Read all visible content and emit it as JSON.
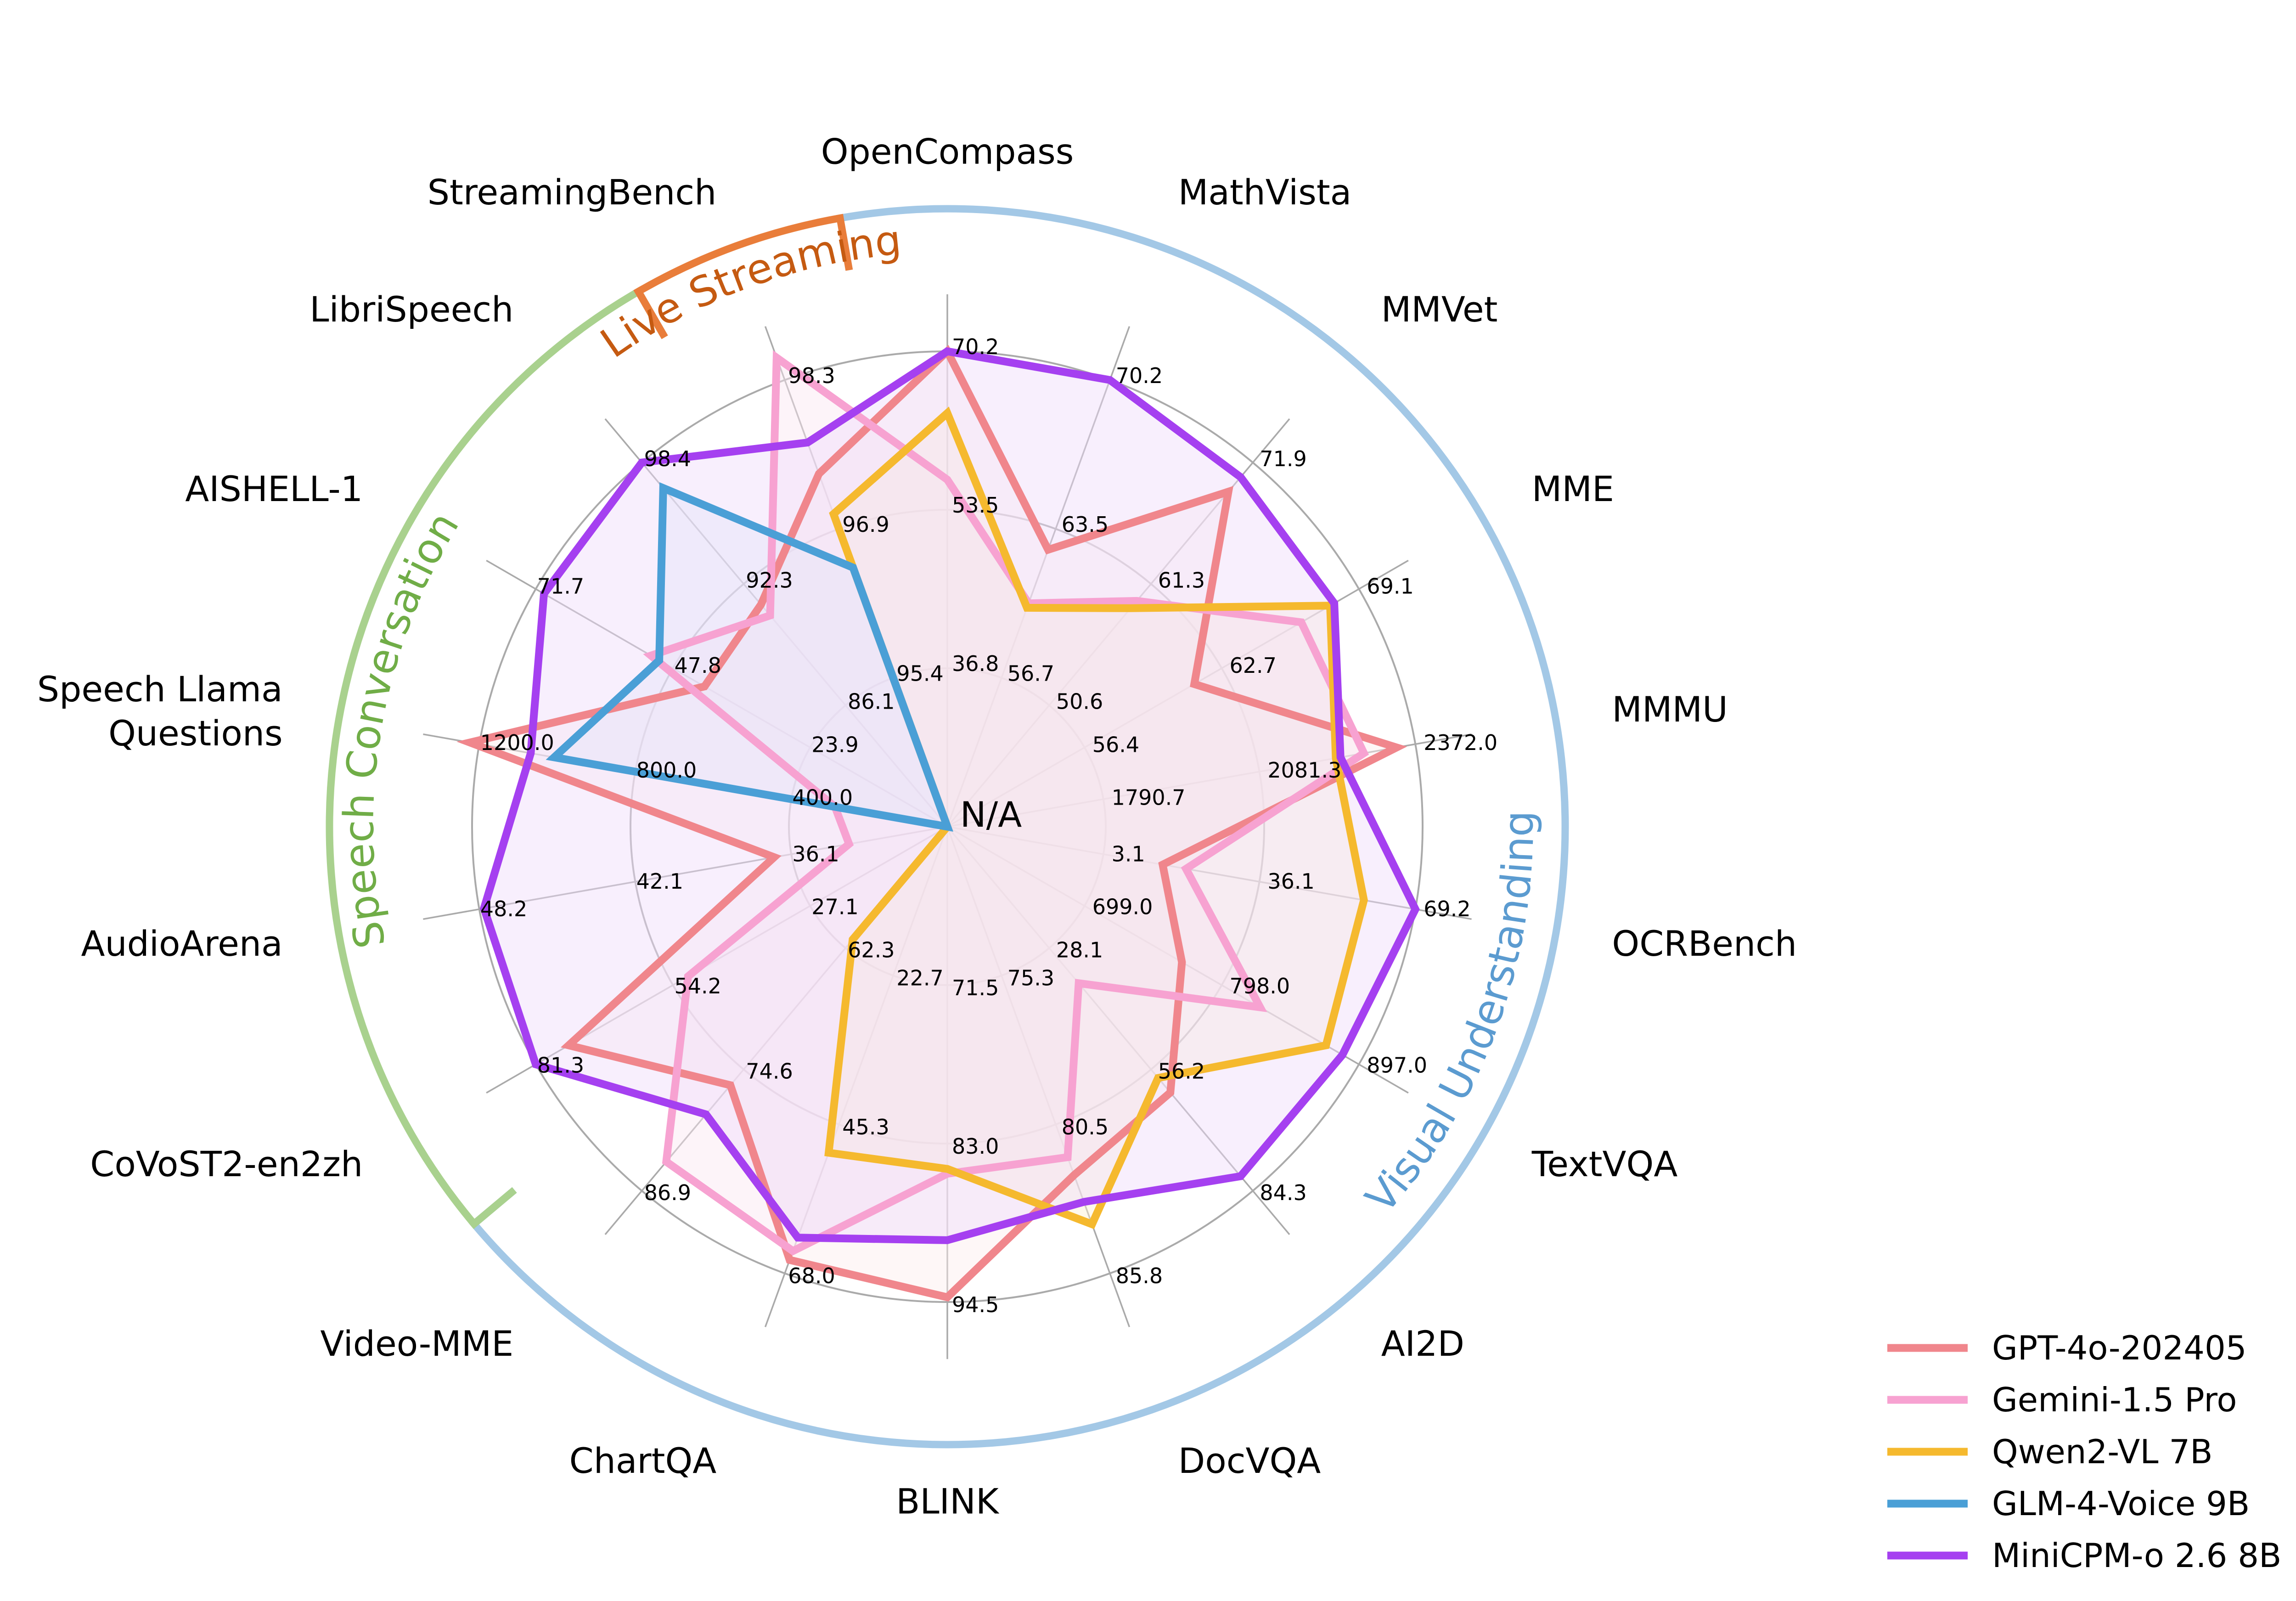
{
  "chart_data": {
    "type": "radar",
    "center_label": "N/A",
    "axes": [
      "OpenCompass",
      "MathVista",
      "MMVet",
      "MME",
      "MMMU",
      "OCRBench",
      "TextVQA",
      "AI2D",
      "DocVQA",
      "BLINK",
      "ChartQA",
      "Video-MME",
      "CoVoST2-en2zh",
      "AudioArena",
      "Speech Llama Questions",
      "AISHELL-1",
      "LibriSpeech",
      "StreamingBench"
    ],
    "ring_ticks": [
      [
        "36.8",
        "53.5",
        "70.2"
      ],
      [
        "56.7",
        "63.5",
        "70.2"
      ],
      [
        "50.6",
        "61.3",
        "71.9"
      ],
      [
        "56.4",
        "62.7",
        "69.1"
      ],
      [
        "1790.7",
        "2081.3",
        "2372.0"
      ],
      [
        "3.1",
        "36.1",
        "69.2"
      ],
      [
        "699.0",
        "798.0",
        "897.0"
      ],
      [
        "28.1",
        "56.2",
        "84.3"
      ],
      [
        "75.3",
        "80.5",
        "85.8"
      ],
      [
        "71.5",
        "83.0",
        "94.5"
      ],
      [
        "22.7",
        "45.3",
        "68.0"
      ],
      [
        "62.3",
        "74.6",
        "86.9"
      ],
      [
        "27.1",
        "54.2",
        "81.3"
      ],
      [
        "36.1",
        "42.1",
        "48.2"
      ],
      [
        "400.0",
        "800.0",
        "1200.0"
      ],
      [
        "23.9",
        "47.8",
        "71.7"
      ],
      [
        "86.1",
        "92.3",
        "98.4"
      ],
      [
        "95.4",
        "96.9",
        "98.3"
      ]
    ],
    "series": [
      {
        "name": "GPT-4o-202405",
        "color": "#f0868c",
        "fill": "#fdeeee",
        "values": [
          1.0,
          0.62,
          0.92,
          0.6,
          0.96,
          0.46,
          0.57,
          0.73,
          0.78,
          0.99,
          0.97,
          0.71,
          0.92,
          0.37,
          1.02,
          0.59,
          0.61,
          0.79
        ]
      },
      {
        "name": "Gemini-1.5 Pro",
        "color": "#f7a2d1",
        "fill": "#fbe6f2",
        "values": [
          0.73,
          0.5,
          0.62,
          0.86,
          0.89,
          0.51,
          0.76,
          0.43,
          0.74,
          0.73,
          0.95,
          0.92,
          0.63,
          0.21,
          0.24,
          0.72,
          0.58,
          1.05
        ]
      },
      {
        "name": "Qwen2-VL 7B",
        "color": "#f5b92e",
        "fill": "#fdf1d4",
        "values": [
          0.87,
          0.49,
          0.6,
          0.93,
          0.83,
          0.89,
          0.92,
          0.69,
          0.89,
          0.72,
          0.73,
          0.31,
          0.0,
          0.0,
          0.0,
          0.0,
          0.0,
          0.7
        ]
      },
      {
        "name": "GLM-4-Voice 9B",
        "color": "#4a9fd6",
        "fill": "#dcebf7",
        "values": [
          0.0,
          0.0,
          0.0,
          0.0,
          0.0,
          0.0,
          0.0,
          0.0,
          0.0,
          0.0,
          0.0,
          0.0,
          0.0,
          0.0,
          0.84,
          0.7,
          0.93,
          0.58
        ]
      },
      {
        "name": "MiniCPM-o 2.6 8B",
        "color": "#a540f0",
        "fill": "#efdcfb",
        "values": [
          1.0,
          1.0,
          0.96,
          0.94,
          0.84,
          1.0,
          0.96,
          0.96,
          0.84,
          0.87,
          0.92,
          0.79,
          1.0,
          0.99,
          0.89,
          0.98,
          1.0,
          0.86
        ]
      }
    ],
    "groups": [
      {
        "label": "Visual Understanding",
        "color": "#a3c8e6",
        "text_color": "#5b9bd0",
        "from_axis": 0,
        "to_axis": 12
      },
      {
        "label": "Speech Conversation",
        "color": "#a9d18e",
        "text_color": "#70ad47",
        "from_axis": 12,
        "to_axis": 17
      },
      {
        "label": "Live Streaming",
        "color": "#e97d3a",
        "text_color": "#c55a11",
        "from_axis": 17,
        "to_axis": 18
      }
    ]
  }
}
